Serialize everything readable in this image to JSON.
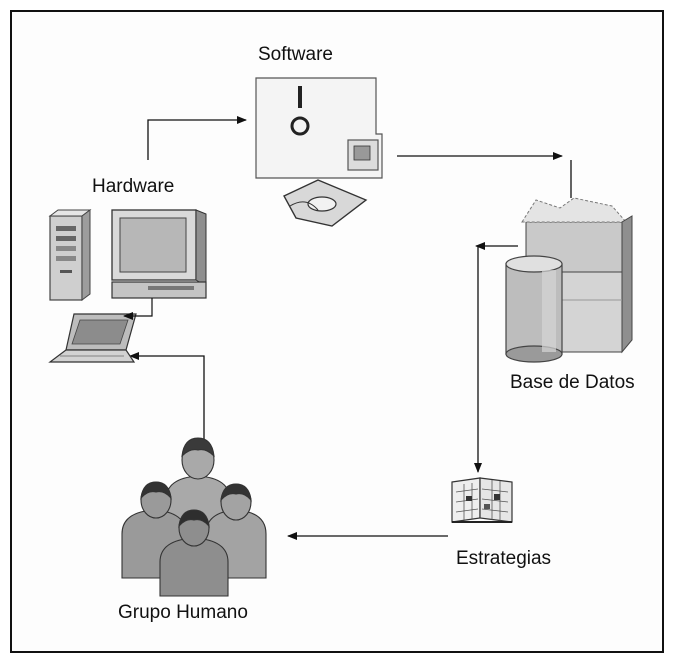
{
  "diagram": {
    "nodes": {
      "software": {
        "label": "Software",
        "icon": "floppy-disk-icon"
      },
      "hardware": {
        "label": "Hardware",
        "icon": "computer-icon"
      },
      "database": {
        "label": "Base de Datos",
        "icon": "database-icon"
      },
      "strategies": {
        "label": "Estrategias",
        "icon": "planner-icon"
      },
      "people": {
        "label": "Grupo Humano",
        "icon": "people-group-icon"
      }
    },
    "edges": [
      {
        "from": "hardware",
        "to": "software"
      },
      {
        "from": "software",
        "to": "database"
      },
      {
        "from": "database",
        "to": "strategies"
      },
      {
        "from": "strategies",
        "to": "people"
      },
      {
        "from": "people",
        "to": "hardware"
      }
    ]
  },
  "colors": {
    "ink": "#111111",
    "gray_dark": "#777777",
    "gray_mid": "#a8a8a8",
    "gray_light": "#d8d8d8"
  }
}
